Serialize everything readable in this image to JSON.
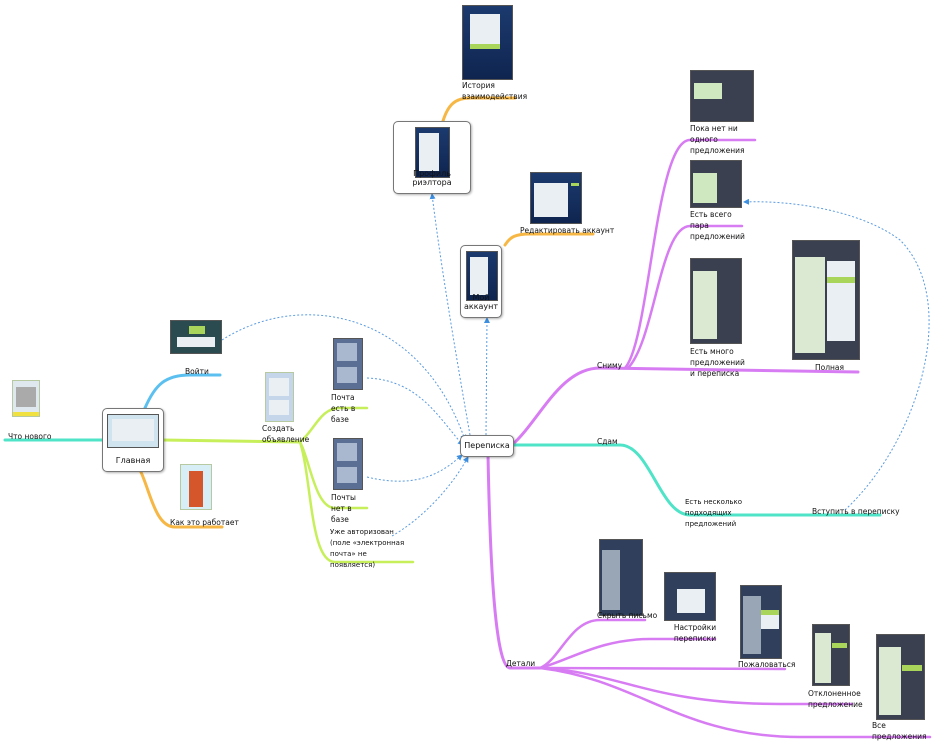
{
  "center": {
    "label": "Переписка"
  },
  "home": {
    "label": "Главная",
    "children": {
      "whats_new": "Что нового",
      "login": "Войти",
      "how_it_works": "Как это работает",
      "create_ad": "Создать объявление",
      "email_exists": "Почта есть в базе",
      "email_missing": "Почты нет в базе",
      "already_authorized": "Уже авторизован (поле «электронная почта» не появляется)"
    }
  },
  "realtor_profile": {
    "label": "Профиль риэлтора",
    "history": "История взаимодействия"
  },
  "my_account": {
    "label": "Мой аккаунт",
    "edit": "Редактировать аккаунт"
  },
  "rent_out": {
    "label": "Сниму",
    "no_offers": "Пока нет ни одного предложения",
    "few_offers": "Есть всего пара предложений",
    "many_offers": "Есть много предложений и переписка",
    "full": "Полная"
  },
  "rent": {
    "label": "Сдам",
    "several_offers": "Есть несколько подходящих предложений",
    "join": "Вступить в переписку"
  },
  "details": {
    "label": "Детали",
    "hide": "Скрыть письмо",
    "settings": "Настройки переписки",
    "complain": "Пожаловаться",
    "rejected": "Отклоненное предложение",
    "all_offers": "Все предложения по моей заявке"
  },
  "colors": {
    "teal": "#4fe3c8",
    "blue": "#5bc0f0",
    "orange": "#f7b744",
    "green": "#c6ef5a",
    "purple": "#d77cf2",
    "link": "#5a9be0"
  }
}
